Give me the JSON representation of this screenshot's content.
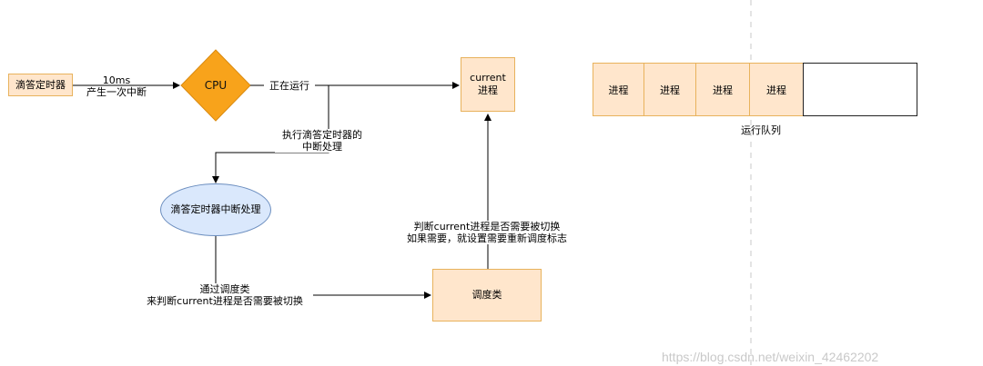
{
  "nodes": {
    "timer": "滴答定时器",
    "cpu": "CPU",
    "current_process": "current\n进程",
    "tick_handler": "滴答定时器中断处理",
    "scheduler": "调度类"
  },
  "edge_labels": {
    "interrupt_every": "10ms\n产生一次中断",
    "running": "正在运行",
    "execute_handler": "执行滴答定时器的\n中断处理",
    "via_scheduler": "通过调度类\n来判断current进程是否需要被切换",
    "need_switch": "判断current进程是否需要被切换\n如果需要，就设置需要重新调度标志"
  },
  "run_queue": {
    "items": [
      "进程",
      "进程",
      "进程",
      "进程"
    ],
    "label": "运行队列"
  },
  "watermark": "https://blog.csdn.net/weixin_42462202",
  "colors": {
    "process_fill": "#ffe6cc",
    "process_border": "#e8b25c",
    "cpu_fill": "#f8a31b",
    "handler_fill": "#dae8fc",
    "handler_border": "#6c8ebf"
  }
}
